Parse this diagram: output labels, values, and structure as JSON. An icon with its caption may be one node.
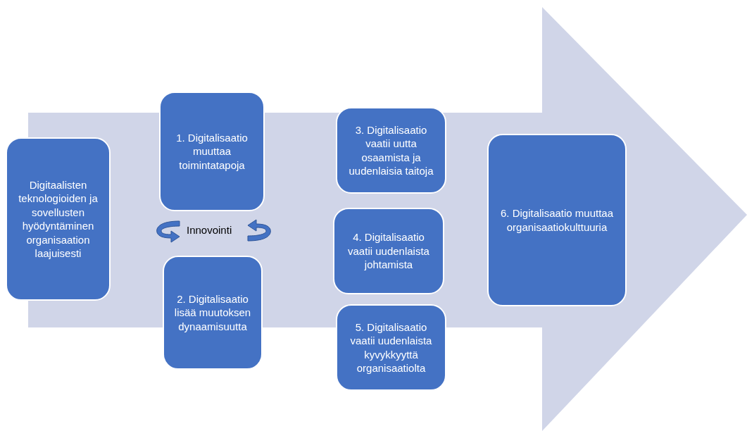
{
  "diagram": {
    "nodes": [
      {
        "text": [
          "Digitaalisten teknologioiden ja sovellusten hyödyntäminen organisaation laajuisesti"
        ]
      },
      {
        "text": [
          "1. Digitalisaatio muuttaa toimintatapoja"
        ]
      },
      {
        "text": [
          "2. Digitalisaatio lisää muutoksen dynaamisuutta"
        ]
      },
      {
        "text": [
          "3. Digitalisaatio vaatii uutta osaamista ja uudenlaisia taitoja"
        ]
      },
      {
        "text": [
          "4. Digitalisaatio vaatii uudenlaista johtamista"
        ]
      },
      {
        "text": [
          "5. Digitalisaatio vaatii uudenlaista kyvykkyyttä organisaatiolta"
        ]
      },
      {
        "text": [
          "6. Digitalisaatio muuttaa organisaatiokulttuuria"
        ]
      }
    ],
    "labels": [
      "Innovointi"
    ]
  }
}
